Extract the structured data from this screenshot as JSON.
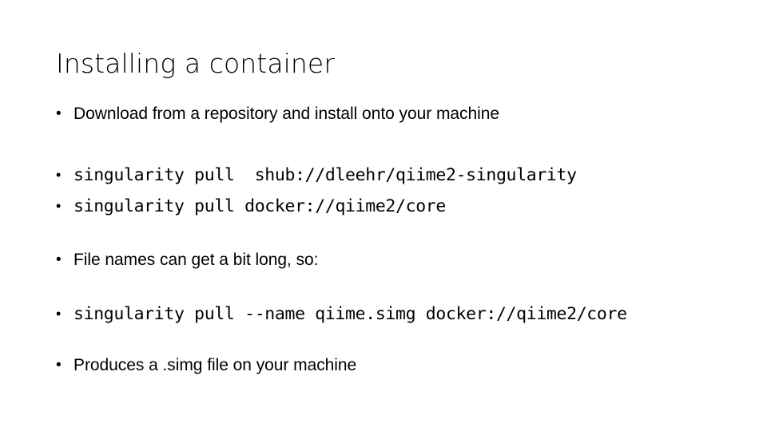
{
  "slide": {
    "title": "Installing a container",
    "background_color": "#ffffff",
    "text_color": "#000000",
    "bullet_glyph": "•",
    "blocks": [
      {
        "kind": "prose",
        "bullet": "•",
        "text": "Download from a repository and install onto your machine"
      },
      {
        "kind": "code",
        "bullet": "•",
        "text": "singularity pull  shub://dleehr/qiime2-singularity"
      },
      {
        "kind": "code",
        "bullet": "•",
        "text": "singularity pull docker://qiime2/core"
      },
      {
        "kind": "prose",
        "bullet": "•",
        "text": "File names can get a bit long, so:"
      },
      {
        "kind": "code",
        "bullet": "•",
        "text": "singularity pull --name qiime.simg docker://qiime2/core"
      },
      {
        "kind": "prose",
        "bullet": "•",
        "text": "Produces a .simg file on your machine"
      }
    ]
  }
}
